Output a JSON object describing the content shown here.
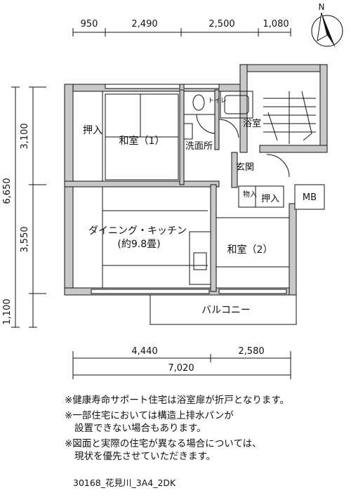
{
  "dimensions": {
    "top": [
      "950",
      "2,490",
      "2,500",
      "1,080"
    ],
    "left": [
      "3,100",
      "3,550",
      "1,100"
    ],
    "left_total": "6,650",
    "bottom": [
      "4,440",
      "2,580"
    ],
    "bottom_total": "7,020"
  },
  "compass_label": "N",
  "rooms": {
    "oshiire_left": "押入",
    "washitsu1": "和室（1）",
    "toilet": "トイレ",
    "senmenjo": "洗面所",
    "bath": "浴室",
    "genkan": "玄関",
    "monoire": "物入",
    "oshiire2": "押入",
    "mb": "MB",
    "dk_line1": "ダイニング・キッチン",
    "dk_line2": "(約9.8畳)",
    "washitsu2": "和室（2）",
    "balcony": "バルコニー"
  },
  "notes": [
    "※健康寿命サポート住宅は浴室扉が折戸となります。",
    "※一部住宅においては構造上排水パンが",
    "設置できない場合もあります。",
    "※図面と実際の住宅が異なる場合については、",
    "現状を優先させていただきます。"
  ],
  "footer_code": "30168_花見川_3A4_2DK"
}
